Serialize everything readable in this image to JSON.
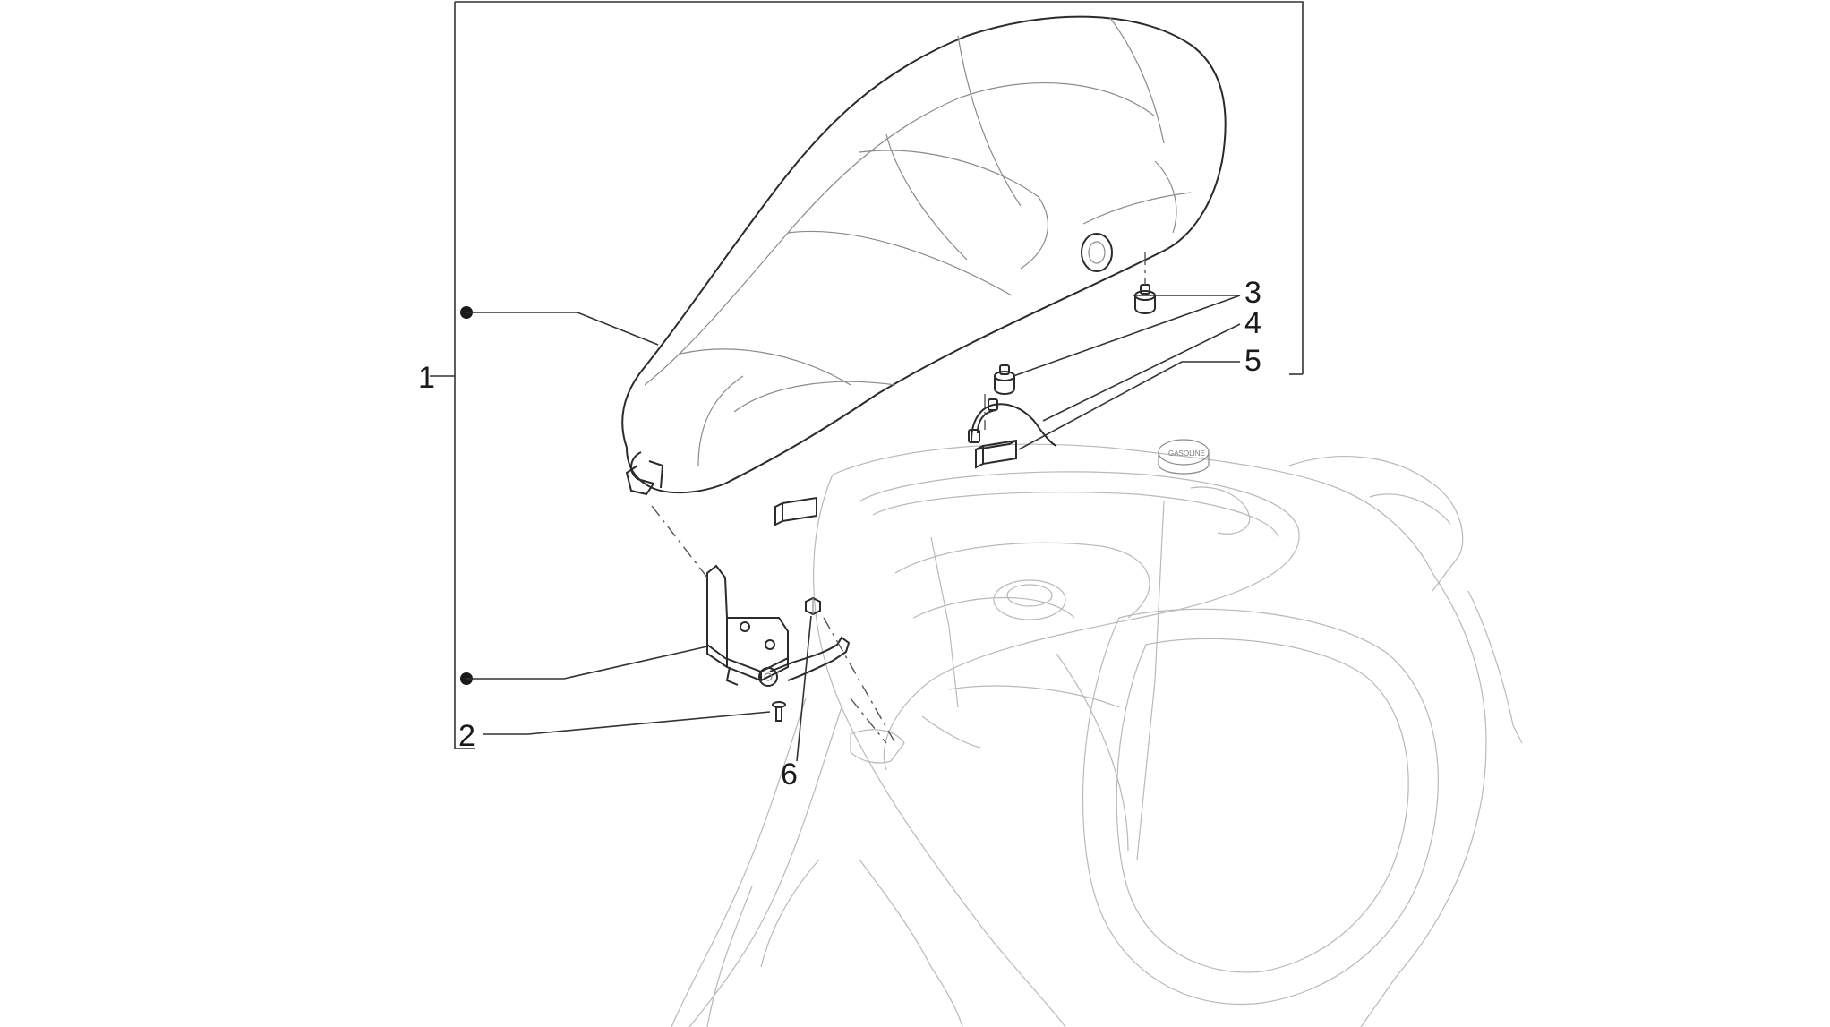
{
  "callouts": {
    "c1": "1",
    "c2": "2",
    "c3": "3",
    "c4": "4",
    "c5": "5",
    "c6": "6"
  },
  "tank_cap_text": "GASOLINE",
  "colors": {
    "line": "#2b2b2b",
    "thin_line": "#8a8a8a",
    "faint_line": "#b9b9b9",
    "background": "#ffffff"
  }
}
